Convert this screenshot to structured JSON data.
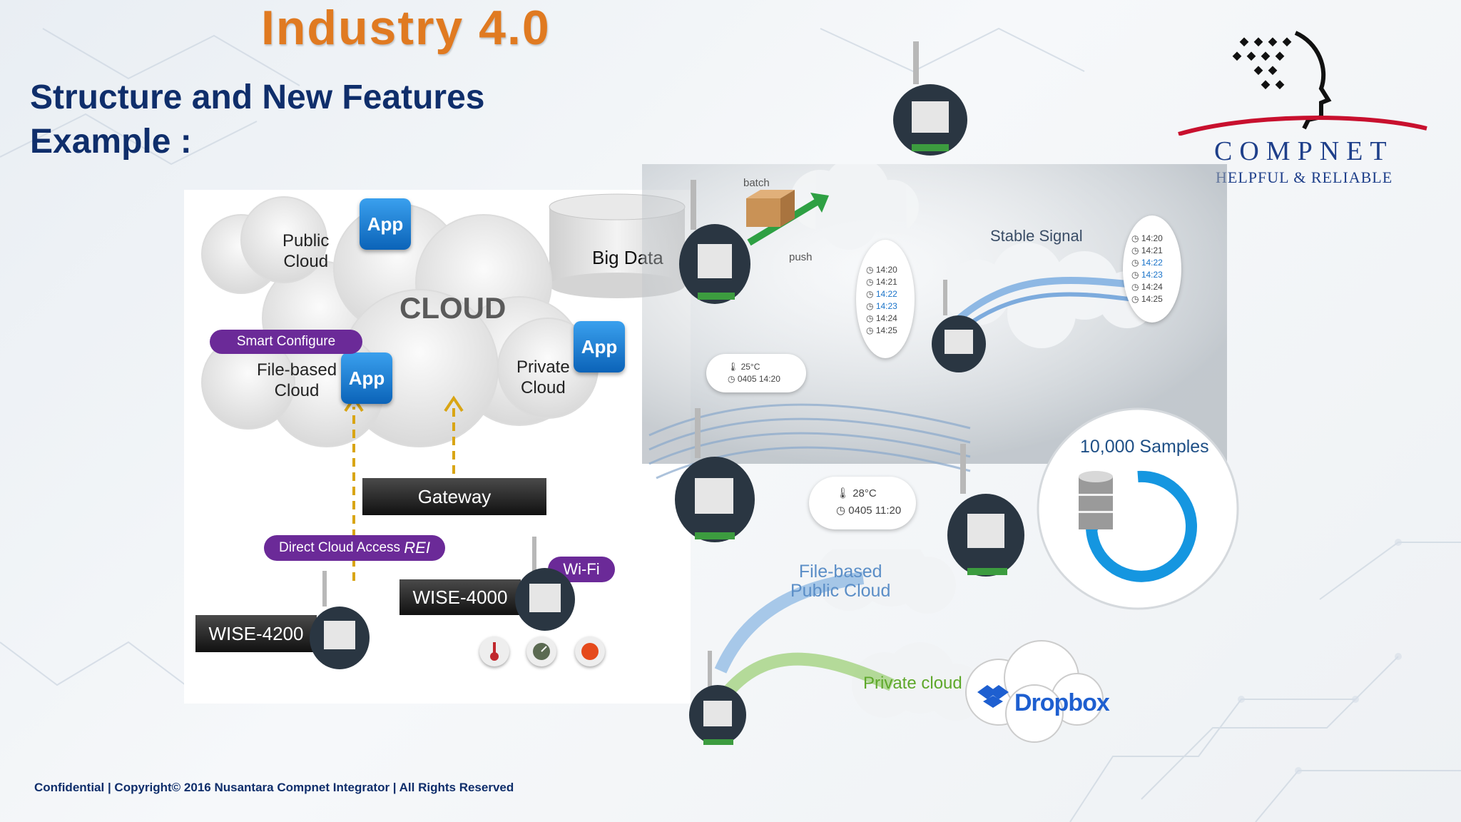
{
  "slide": {
    "title": "Industry 4.0",
    "subtitle_line1": "Structure and New Features",
    "subtitle_line2": "Example :",
    "footer": "Confidential | Copyright© 2016 Nusantara Compnet Integrator | All Rights Reserved"
  },
  "logo": {
    "name": "COMPNET",
    "tagline": "HELPFUL & RELIABLE"
  },
  "left_diagram": {
    "cloud": "CLOUD",
    "public_cloud": [
      "Public",
      "Cloud"
    ],
    "file_based_cloud": [
      "File-based",
      "Cloud"
    ],
    "private_cloud": [
      "Private",
      "Cloud"
    ],
    "big_data": "Big Data",
    "app_label": "App",
    "smart_configure": "Smart Configure",
    "direct_cloud_access": "Direct Cloud Access",
    "direct_cloud_access_suffix": "REI",
    "gateway": "Gateway",
    "wifi": "Wi-Fi",
    "wise_4000": "WISE-4000",
    "wise_4200": "WISE-4200"
  },
  "right_diagram": {
    "batch": "batch",
    "push": "push",
    "stable_signal": "Stable Signal",
    "times_left": [
      "14:20",
      "14:21",
      "14:22",
      "14:23",
      "14:24",
      "14:25"
    ],
    "times_right": [
      "14:20",
      "14:21",
      "14:22",
      "14:23",
      "14:24",
      "14:25"
    ],
    "reading1_temp": "25°C",
    "reading1_time": "0405 14:20",
    "reading2_temp": "28°C",
    "reading2_time": "0405 11:20",
    "samples": "10,000 Samples",
    "file_based_public_cloud": [
      "File-based",
      "Public Cloud"
    ],
    "private_cloud": "Private cloud",
    "dropbox": "Dropbox"
  },
  "colors": {
    "title": "#e07a21",
    "subtitle": "#0f2e6b",
    "app_blue": "#1a7fd6",
    "purple": "#6b2a98",
    "logo_blue": "#1e3f8a",
    "logo_red": "#c8102e"
  }
}
